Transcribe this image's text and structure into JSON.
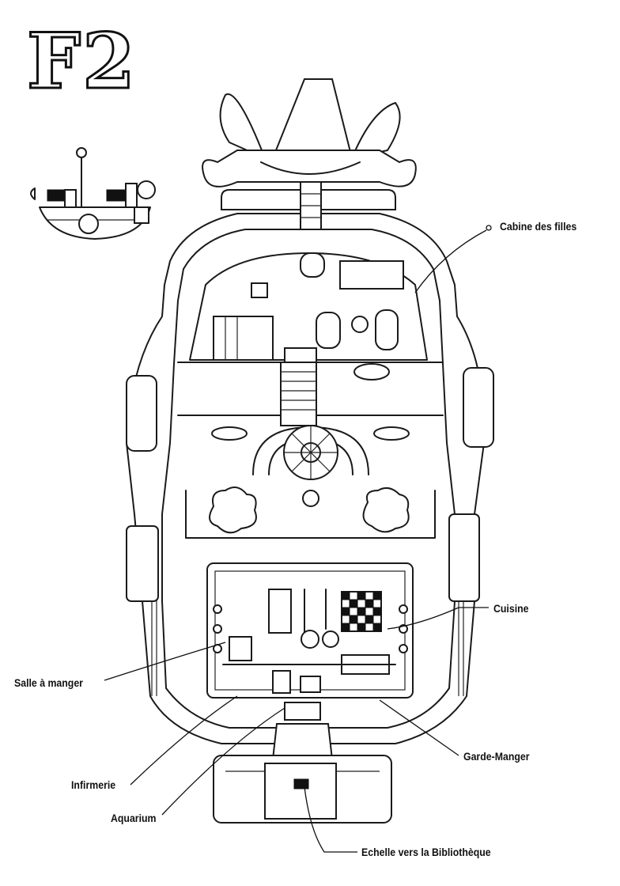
{
  "floor_title": "F2",
  "labels": {
    "cabine_des_filles": "Cabine des filles",
    "cuisine": "Cuisine",
    "salle_a_manger": "Salle à manger",
    "garde_manger": "Garde-Manger",
    "infirmerie": "Infirmerie",
    "aquarium": "Aquarium",
    "echelle": "Echelle vers la Bibliothèque"
  },
  "icons": {
    "mini_ship": "ship-side-view-icon",
    "figurehead": "jolly-roger-figurehead-icon",
    "wheel": "ship-wheel-icon"
  },
  "colors": {
    "ink": "#1a1a1a",
    "paper": "#ffffff"
  }
}
